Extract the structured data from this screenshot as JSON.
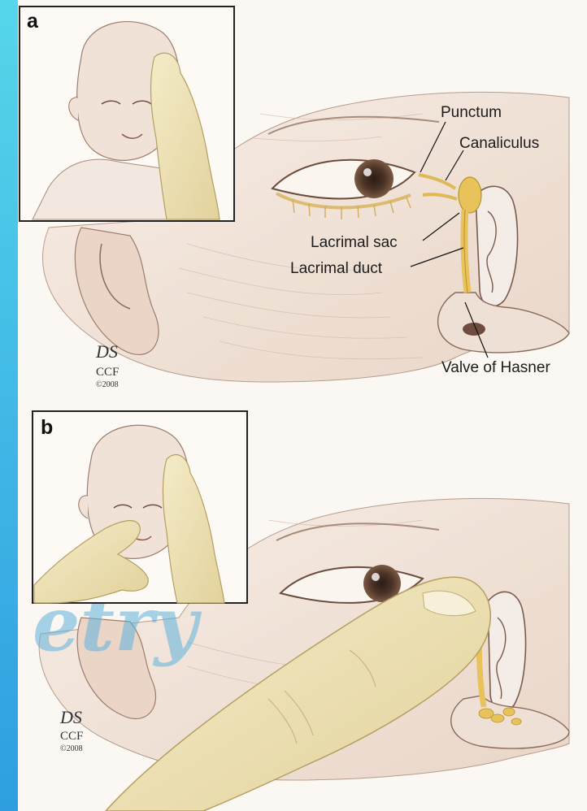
{
  "panels": [
    {
      "letter": "a",
      "labels": {
        "punctum": "Punctum",
        "canaliculus": "Canaliculus",
        "lacrimal_sac": "Lacrimal sac",
        "lacrimal_duct": "Lacrimal duct",
        "valve": "Valve of Hasner"
      },
      "signature": {
        "initials": "DS",
        "org": "CCF",
        "year": "©2008"
      }
    },
    {
      "letter": "b",
      "signature": {
        "initials": "DS",
        "org": "CCF",
        "year": "©2008"
      }
    }
  ],
  "watermark": "etry",
  "colors": {
    "duct_yellow": "#e8c25a",
    "skin": "#f3e6dc",
    "finger": "#efe3b4",
    "frame": "#222222"
  }
}
